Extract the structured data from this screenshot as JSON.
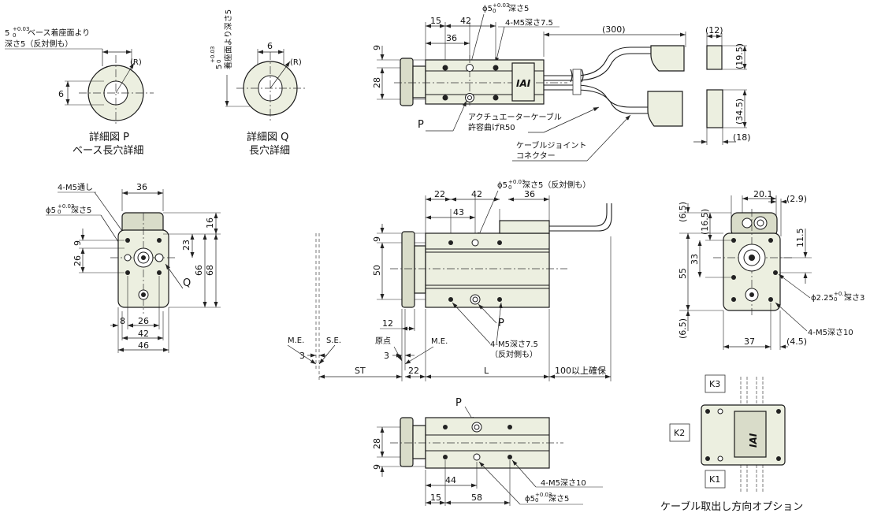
{
  "detailP": {
    "note_a": "5",
    "note_tol": "+0.03",
    "note_tol0": "0",
    "note_b": "ベース着座面より",
    "note_c": "深さ5（反対側も）",
    "r": "(R)",
    "d6": "6",
    "cap1": "詳細図 P",
    "cap2": "ベース長穴詳細"
  },
  "detailQ": {
    "note_v": "5",
    "note_v2": "着座面より深さ5",
    "note_tol": "+0.03",
    "note_tol0": "0",
    "d6": "6",
    "r": "(R)",
    "cap1": "詳細図 Q",
    "cap2": "長穴詳細"
  },
  "top": {
    "d15": "15",
    "d42": "42",
    "d36": "36",
    "phi": "ϕ5",
    "tol": "+0.03",
    "tol0": "0",
    "depth": "深さ5",
    "m5": "4-M5深さ7.5",
    "d300": "(300)",
    "d9": "9",
    "d28": "28",
    "p": "P",
    "cable1": "アクチュエーターケーブル",
    "cable2": "許容曲げR50",
    "joint1": "ケーブルジョイント",
    "joint2": "コネクター",
    "logo": "IAI"
  },
  "connector": {
    "d12": "(12)",
    "d195": "(19.5)",
    "d345": "(34.5)",
    "d18": "(18)"
  },
  "end": {
    "m5thru": "4-M5通し",
    "d36": "36",
    "phi": "ϕ5",
    "tol": "+0.03",
    "tol0": "0",
    "depth": "深さ5",
    "d9": "9",
    "d26v": "26",
    "d23": "23",
    "d16": "16",
    "d66": "66",
    "d68": "68",
    "q": "Q",
    "d8": "8",
    "d26h": "26",
    "d42": "42",
    "d46": "46"
  },
  "side": {
    "d22": "22",
    "d42": "42",
    "d43": "43",
    "d36": "36",
    "phi": "ϕ5",
    "tol": "+0.03",
    "tol0": "0",
    "depth": "深さ5（反対側も）",
    "d9": "9",
    "d50": "50",
    "me1": "M.E.",
    "se": "S.E.",
    "d3a": "3",
    "d12": "12",
    "origin": "原点",
    "d3b": "3",
    "me2": "M.E.",
    "p": "P",
    "m5a": "4-M5深さ7.5",
    "m5b": "（反対側も）",
    "st": "ST",
    "d22b": "22",
    "l": "L",
    "d100": "100以上確保"
  },
  "right": {
    "d201": "20.1",
    "d29": "(2.9)",
    "d65a": "(6.5)",
    "d165": "(16.5)",
    "d115": "11.5",
    "d55": "55",
    "d33": "33",
    "phi": "ϕ2.25",
    "tol": "+0.1",
    "tol0": "0",
    "depth": "深さ3",
    "m5": "4-M5深さ10",
    "d65b": "(6.5)",
    "d37": "37",
    "d45": "(4.5)"
  },
  "bottom": {
    "p": "P",
    "d28": "28",
    "d9": "9",
    "d44": "44",
    "m5": "4-M5深さ10",
    "d15": "15",
    "d58": "58",
    "phi": "ϕ5",
    "tol": "+0.03",
    "tol0": "0",
    "depth": "深さ5"
  },
  "option": {
    "k1": "K1",
    "k2": "K2",
    "k3": "K3",
    "caption": "ケーブル取出し方向オプション",
    "logo": "IAI"
  }
}
